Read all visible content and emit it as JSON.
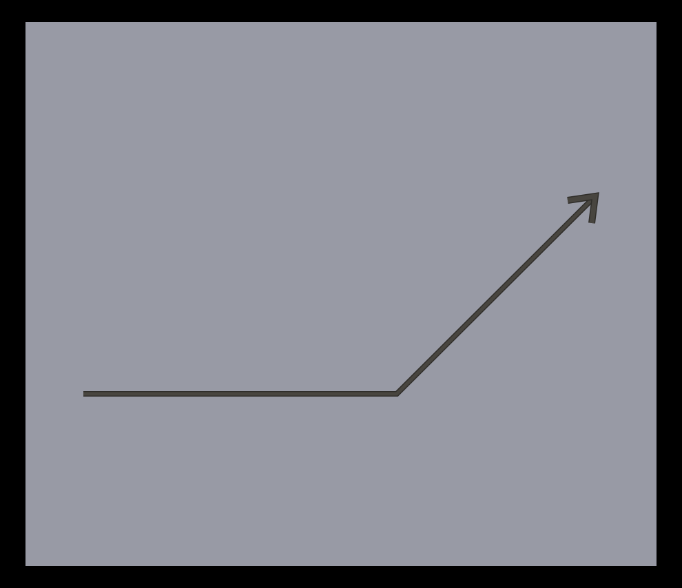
{
  "colors": {
    "border": "#000000",
    "canvas": "#989aa5",
    "stroke": "#48453f",
    "stroke_outline": "#2f2d29"
  },
  "shapes": [
    {
      "name": "bent-arrow",
      "kind": "polyline-arrow",
      "head": "open-chevron",
      "segments": [
        "horizontal",
        "diagonal-up-right"
      ]
    }
  ]
}
